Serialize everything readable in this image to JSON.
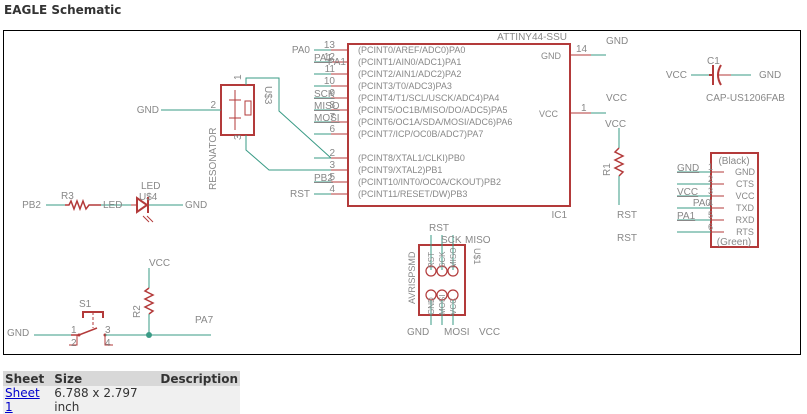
{
  "page": {
    "title": "EAGLE Schematic"
  },
  "colors": {
    "part": "#b33a3a",
    "net": "#3a9b86",
    "text": "#888888"
  },
  "ic1": {
    "part_name": "ATTINY44-SSU",
    "ref": "IC1",
    "left_pins": [
      {
        "num": "13",
        "net": "PA0",
        "label": "(PCINT0/AREF/ADC0)PA0"
      },
      {
        "num": "12",
        "net": "PA1",
        "label": "(PCINT1/AIN0/ADC1)PA1"
      },
      {
        "num": "11",
        "net": "",
        "label": "(PCINT2/AIN1/ADC2)PA2"
      },
      {
        "num": "10",
        "net": "",
        "label": "(PCINT3/T0/ADC3)PA3"
      },
      {
        "num": "9",
        "net": "SCK",
        "label": "(PCINT4/T1/SCL/USCK/ADC4)PA4"
      },
      {
        "num": "8",
        "net": "MISO",
        "label": "(PCINT5/OC1B/MISO/DO/ADC5)PA5"
      },
      {
        "num": "7",
        "net": "MOSI",
        "label": "(PCINT6/OC1A/SDA/MOSI/ADC6)PA6"
      },
      {
        "num": "6",
        "net": "",
        "label": "(PCINT7/ICP/OC0B/ADC7)PA7"
      },
      {
        "num": "2",
        "net": "",
        "label": "(PCINT8/XTAL1/CLKI)PB0"
      },
      {
        "num": "3",
        "net": "",
        "label": "(PCINT9/XTAL2)PB1"
      },
      {
        "num": "5",
        "net": "PB2",
        "label": "(PCINT10/INT0/OC0A/CKOUT)PB2"
      },
      {
        "num": "4",
        "net": "RST",
        "label": "(PCINT11/RESET/DW)PB3"
      }
    ],
    "right_pins": [
      {
        "num": "14",
        "net": "GND",
        "label": "GND"
      },
      {
        "num": "1",
        "net": "VCC",
        "label": "VCC"
      }
    ]
  },
  "resonator": {
    "ref": "U$3",
    "value": "RESONATOR",
    "pin1": "1",
    "pin2": "2",
    "pin3": "3",
    "net_gnd": "GND"
  },
  "c1": {
    "ref": "C1",
    "value": "CAP-US1206FAB",
    "net_left": "VCC",
    "net_right": "GND"
  },
  "r1": {
    "ref": "R1",
    "net_top": "VCC",
    "net_bottom": "RST",
    "extra_label": "RST"
  },
  "led_chain": {
    "r3_ref": "R3",
    "net_in": "PB2",
    "net_mid": "LED",
    "led_value": "LED",
    "led_ref": "U$4",
    "net_out": "GND"
  },
  "ftdi": {
    "top_label": "(Black)",
    "bottom_label": "(Green)",
    "pins": [
      {
        "num": "1",
        "net": "GND",
        "label": "GND"
      },
      {
        "num": "2",
        "net": "",
        "label": "CTS"
      },
      {
        "num": "3",
        "net": "VCC",
        "label": "VCC"
      },
      {
        "num": "4",
        "net": "PA0",
        "label": "TXD"
      },
      {
        "num": "5",
        "net": "PA1",
        "label": "RXD"
      },
      {
        "num": "6",
        "net": "",
        "label": "RTS"
      }
    ]
  },
  "isp": {
    "ref": "U$1",
    "value": "AVRISPSMD",
    "top_nets": [
      "RST",
      "SCK",
      "MISO"
    ],
    "top_pin_labels": [
      "RST",
      "SCK",
      "MISO"
    ],
    "bottom_nets": [
      "GND",
      "MOSI",
      "VCC"
    ],
    "bottom_pin_labels": [
      "GND",
      "MOSI",
      "VCC"
    ]
  },
  "switch_section": {
    "s1_ref": "S1",
    "pins": [
      "1",
      "2",
      "3",
      "4"
    ],
    "net_gnd": "GND",
    "r2_ref": "R2",
    "net_vcc": "VCC",
    "net_out": "PA7"
  },
  "sheet_table": {
    "headers": [
      "Sheet",
      "Size",
      "Description"
    ],
    "rows": [
      {
        "sheet": "Sheet 1",
        "size": "6.788 x 2.797 inch",
        "description": ""
      }
    ]
  }
}
